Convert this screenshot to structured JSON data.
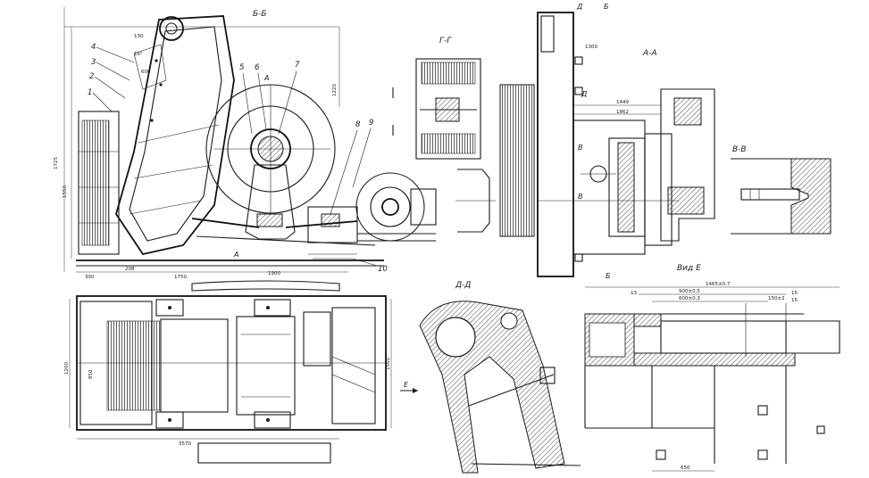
{
  "view_titles": {
    "b_b": "Б-Б",
    "g_g": "Г-Г",
    "a_a": "А-А",
    "v_v": "В-В",
    "d_d": "Д-Д",
    "vid_e": "Вид  Е"
  },
  "part_numbers": [
    "1",
    "2",
    "3",
    "4",
    "5",
    "6",
    "7",
    "8",
    "9",
    "10"
  ],
  "section_markers": {
    "a": "А",
    "b": "Б",
    "v": "В",
    "d": "Д",
    "e": "Е"
  },
  "dimensions_main": {
    "d130": "130",
    "d600": "600",
    "d16": "16°",
    "d1750": "1750",
    "d1900": "1900",
    "d300": "300",
    "d208": "208",
    "d3570": "3570",
    "d1560": "1560",
    "d1200": "1200",
    "d1725": "1725",
    "d1550": "1550",
    "d850": "850",
    "d1220": "1220"
  },
  "dimensions_aa": {
    "d1300": "1300",
    "d1449": "1449",
    "d1862": "1862"
  },
  "dimensions_vid_e": {
    "d1465": "1465±0,7",
    "d900": "900±0,5",
    "d600": "600±0,3",
    "d150": "150±2",
    "d15a": "15",
    "d15b": "15",
    "d13": "13",
    "d650": "650"
  }
}
